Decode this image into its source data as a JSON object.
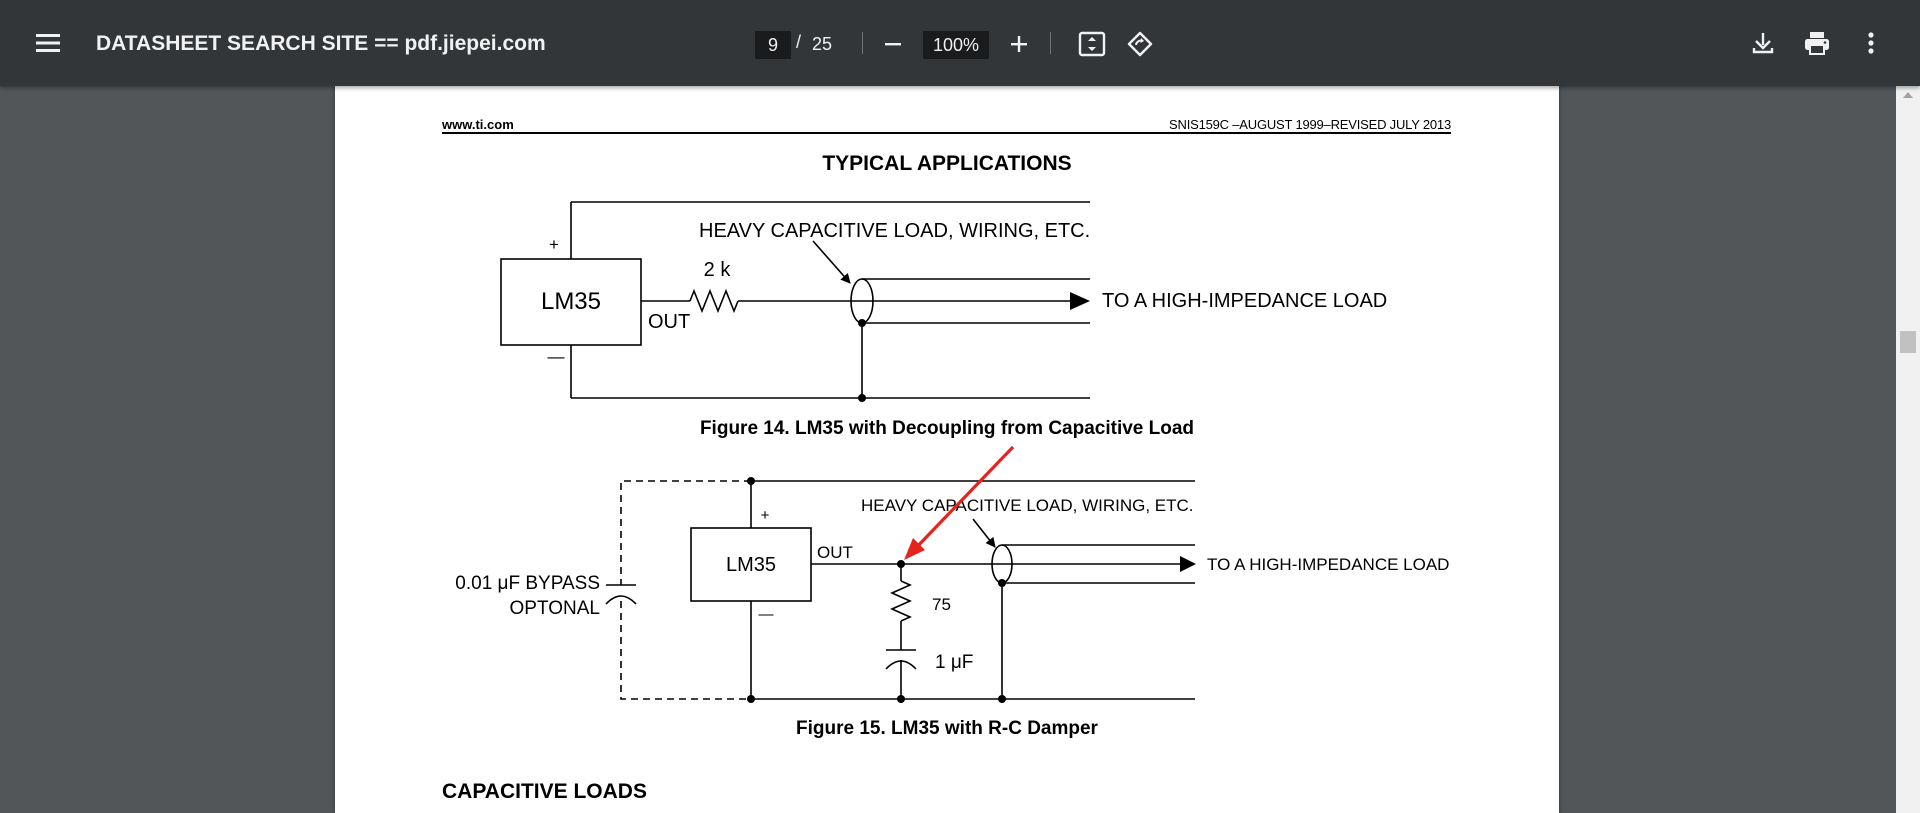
{
  "toolbar": {
    "title": "DATASHEET SEARCH SITE == pdf.jiepei.com",
    "page_current": "9",
    "page_separator": "/",
    "page_total": "25",
    "zoom": "100%",
    "icons": [
      "menu-icon",
      "zoom-out-icon",
      "zoom-in-icon",
      "fit-page-icon",
      "rotate-icon",
      "download-icon",
      "print-icon",
      "more-icon"
    ]
  },
  "page": {
    "header_left": "www.ti.com",
    "header_right": "SNIS159C –AUGUST 1999–REVISED JULY 2013",
    "section_title": "TYPICAL APPLICATIONS",
    "next_section_title": "CAPACITIVE LOADS"
  },
  "figure14": {
    "caption": "Figure 14.  LM35 with Decoupling from Capacitive Load",
    "ic_label": "LM35",
    "plus": "+",
    "minus": "—",
    "resistor": "2 k",
    "out": "OUT",
    "load_note": "HEAVY CAPACITIVE LOAD, WIRING, ETC.",
    "destination": "TO A HIGH-IMPEDANCE LOAD"
  },
  "figure15": {
    "caption": "Figure 15.  LM35 with R-C Damper",
    "ic_label": "LM35",
    "plus": "+",
    "minus": "—",
    "out": "OUT",
    "bypass_line1": "0.01 μF BYPASS",
    "bypass_line2": "OPTONAL",
    "resistor": "75",
    "capacitor": "1 μF",
    "load_note": "HEAVY CAPACITIVE LOAD, WIRING, ETC.",
    "destination": "TO A HIGH-IMPEDANCE LOAD"
  },
  "colors": {
    "toolbar_bg": "#323639",
    "viewer_bg": "#525659",
    "annotation_arrow": "#e5231f"
  }
}
